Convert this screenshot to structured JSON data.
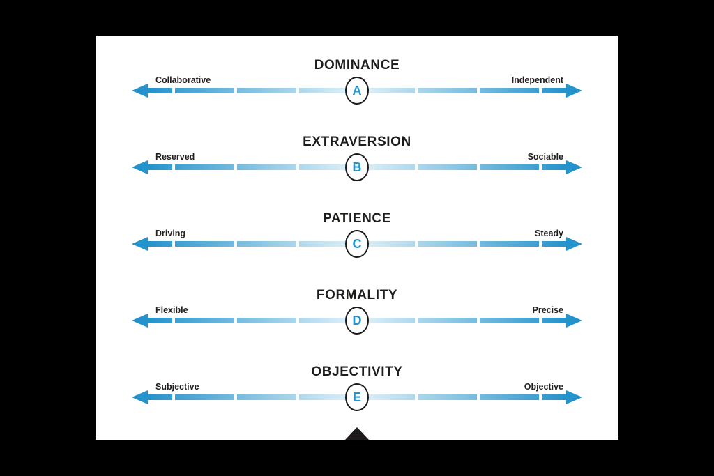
{
  "page": {
    "background_color": "#000000",
    "card_background_color": "#ffffff"
  },
  "colors": {
    "arrow_dark_blue": "#2492cb",
    "arrow_light_blue": "#d9edf7",
    "letter_blue": "#1e95d2",
    "title_color": "#1d1d1b",
    "circle_outline": "#1a1a1a",
    "bottom_pointer": "#1f1a1c"
  },
  "scales": [
    {
      "title": "DOMINANCE",
      "letter": "A",
      "left_label": "Collaborative",
      "right_label": "Independent"
    },
    {
      "title": "EXTRAVERSION",
      "letter": "B",
      "left_label": "Reserved",
      "right_label": "Sociable"
    },
    {
      "title": "PATIENCE",
      "letter": "C",
      "left_label": "Driving",
      "right_label": "Steady"
    },
    {
      "title": "FORMALITY",
      "letter": "D",
      "left_label": "Flexible",
      "right_label": "Precise"
    },
    {
      "title": "OBJECTIVITY",
      "letter": "E",
      "left_label": "Subjective",
      "right_label": "Objective"
    }
  ]
}
